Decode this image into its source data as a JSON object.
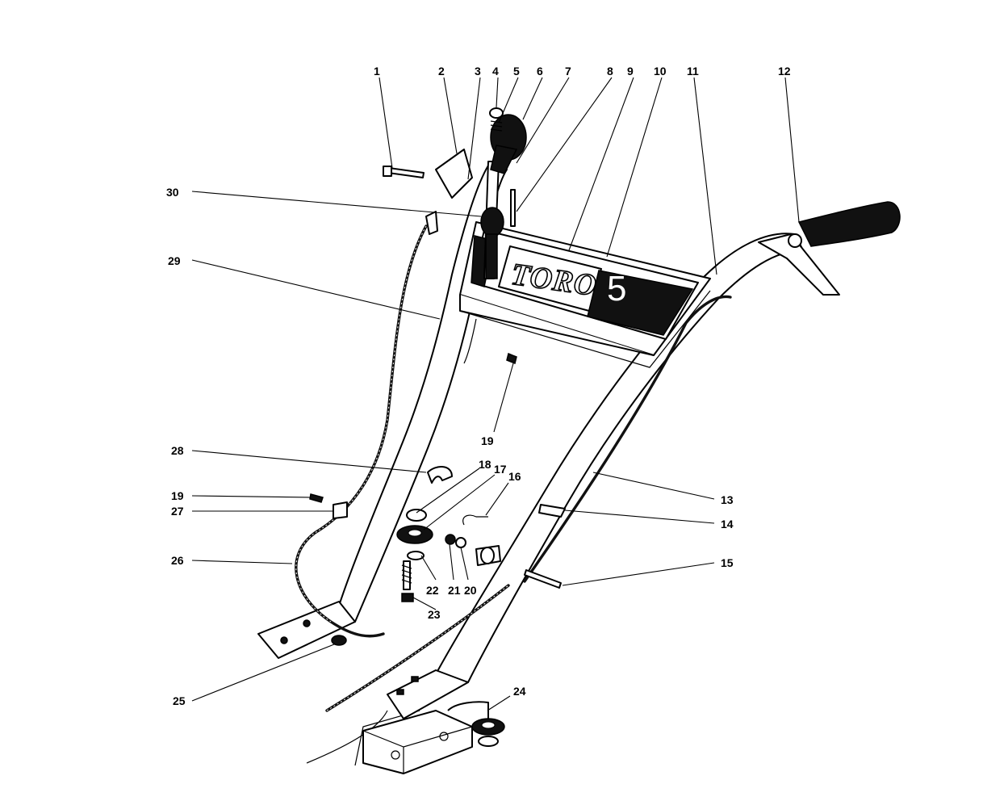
{
  "diagram": {
    "decal_brand": "TORO",
    "decal_model": "5",
    "callouts": [
      {
        "id": "c1",
        "text": "1"
      },
      {
        "id": "c2",
        "text": "2"
      },
      {
        "id": "c3",
        "text": "3"
      },
      {
        "id": "c4",
        "text": "4"
      },
      {
        "id": "c5",
        "text": "5"
      },
      {
        "id": "c6",
        "text": "6"
      },
      {
        "id": "c7",
        "text": "7"
      },
      {
        "id": "c8",
        "text": "8"
      },
      {
        "id": "c9",
        "text": "9"
      },
      {
        "id": "c10",
        "text": "10"
      },
      {
        "id": "c11",
        "text": "11"
      },
      {
        "id": "c12",
        "text": "12"
      },
      {
        "id": "c13",
        "text": "13"
      },
      {
        "id": "c14",
        "text": "14"
      },
      {
        "id": "c15",
        "text": "15"
      },
      {
        "id": "c16",
        "text": "16"
      },
      {
        "id": "c17",
        "text": "17"
      },
      {
        "id": "c18",
        "text": "18"
      },
      {
        "id": "c19a",
        "text": "19"
      },
      {
        "id": "c19b",
        "text": "19"
      },
      {
        "id": "c20",
        "text": "20"
      },
      {
        "id": "c21",
        "text": "21"
      },
      {
        "id": "c22",
        "text": "22"
      },
      {
        "id": "c23",
        "text": "23"
      },
      {
        "id": "c24",
        "text": "24"
      },
      {
        "id": "c25",
        "text": "25"
      },
      {
        "id": "c26",
        "text": "26"
      },
      {
        "id": "c27",
        "text": "27"
      },
      {
        "id": "c28",
        "text": "28"
      },
      {
        "id": "c29",
        "text": "29"
      },
      {
        "id": "c30",
        "text": "30"
      }
    ]
  }
}
